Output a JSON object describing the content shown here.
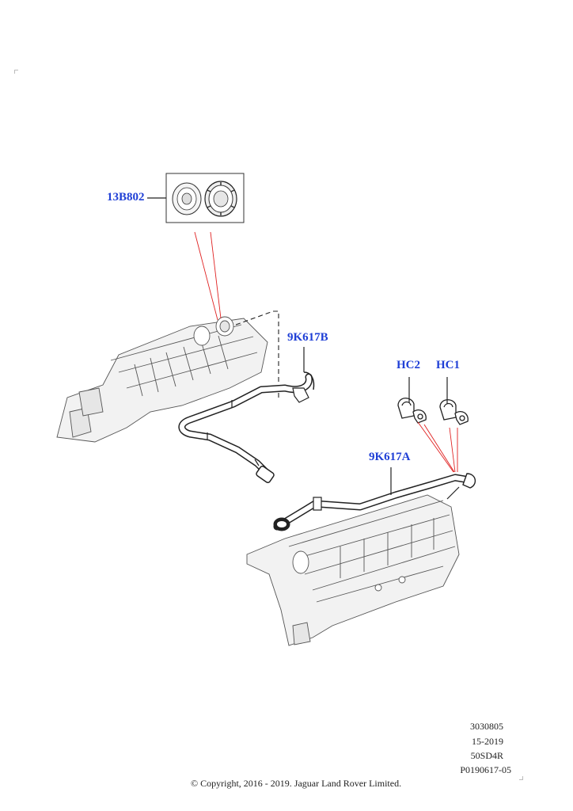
{
  "callouts": {
    "part_13b802": "13B802",
    "part_9k617b": "9K617B",
    "part_hc2": "HC2",
    "part_hc1": "HC1",
    "part_9k617a": "9K617A"
  },
  "meta_codes": [
    "3030805",
    "15-2019",
    "50SD4R",
    "P0190617-05"
  ],
  "copyright": "© Copyright, 2016 - 2019. Jaguar Land Rover Limited.",
  "colors": {
    "callout_blue": "#1f3fd6",
    "leader_red": "#e02020",
    "line_art": "#333333",
    "part_fill": "#f2f2f2"
  }
}
